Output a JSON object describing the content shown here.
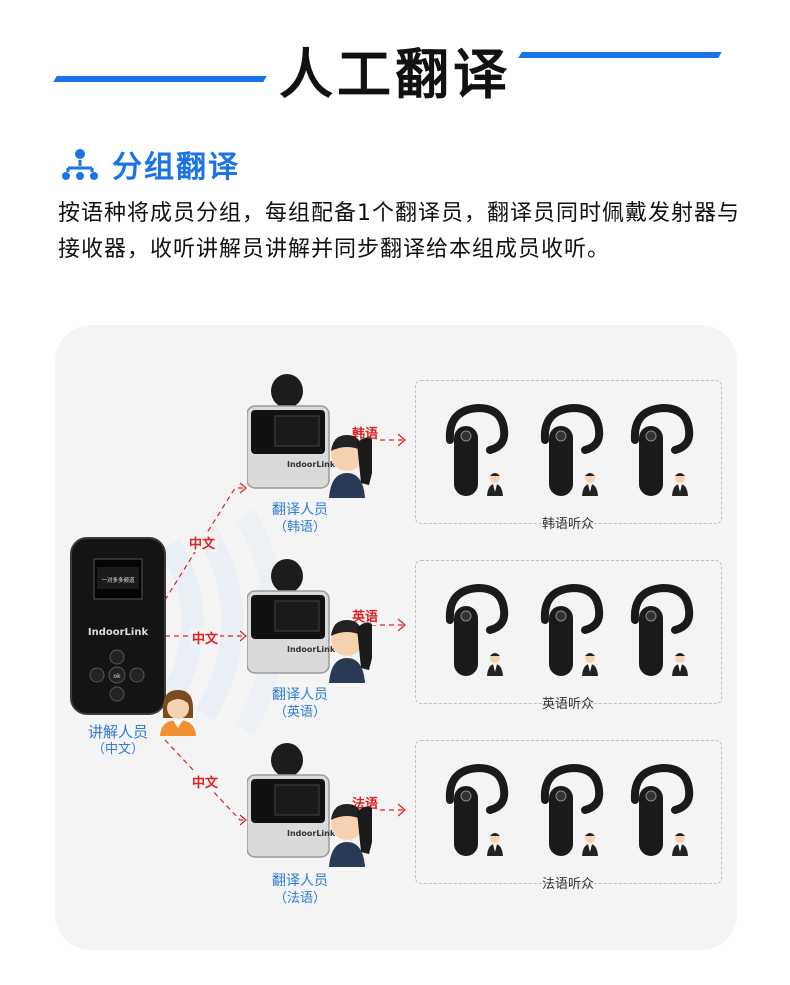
{
  "header": {
    "title": "人工翻译"
  },
  "section": {
    "title": "分组翻译",
    "icon": "group-icon"
  },
  "description": "按语种将成员分组，每组配备1个翻译员，翻译员同时佩戴发射器与接收器，收听讲解员讲解并同步翻译给本组成员收听。",
  "speaker": {
    "device_brand": "IndoorLink",
    "screen_text": "一对多多频道",
    "label": "讲解人员",
    "sublabel": "（中文）",
    "buttons": [
      "ok"
    ]
  },
  "links": {
    "chinese": "中文"
  },
  "translators": [
    {
      "label": "翻译人员",
      "sublabel": "（韩语）",
      "out_lang": "韩语",
      "device_brand": "IndoorLink"
    },
    {
      "label": "翻译人员",
      "sublabel": "（英语）",
      "out_lang": "英语",
      "device_brand": "IndoorLink"
    },
    {
      "label": "翻译人员",
      "sublabel": "（法语）",
      "out_lang": "法语",
      "device_brand": "IndoorLink"
    }
  ],
  "audiences": [
    {
      "label": "韩语听众"
    },
    {
      "label": "英语听众"
    },
    {
      "label": "法语听众"
    }
  ],
  "colors": {
    "accent": "#1a73e8",
    "red": "#e02020",
    "blue_label": "#2b7bd8"
  }
}
